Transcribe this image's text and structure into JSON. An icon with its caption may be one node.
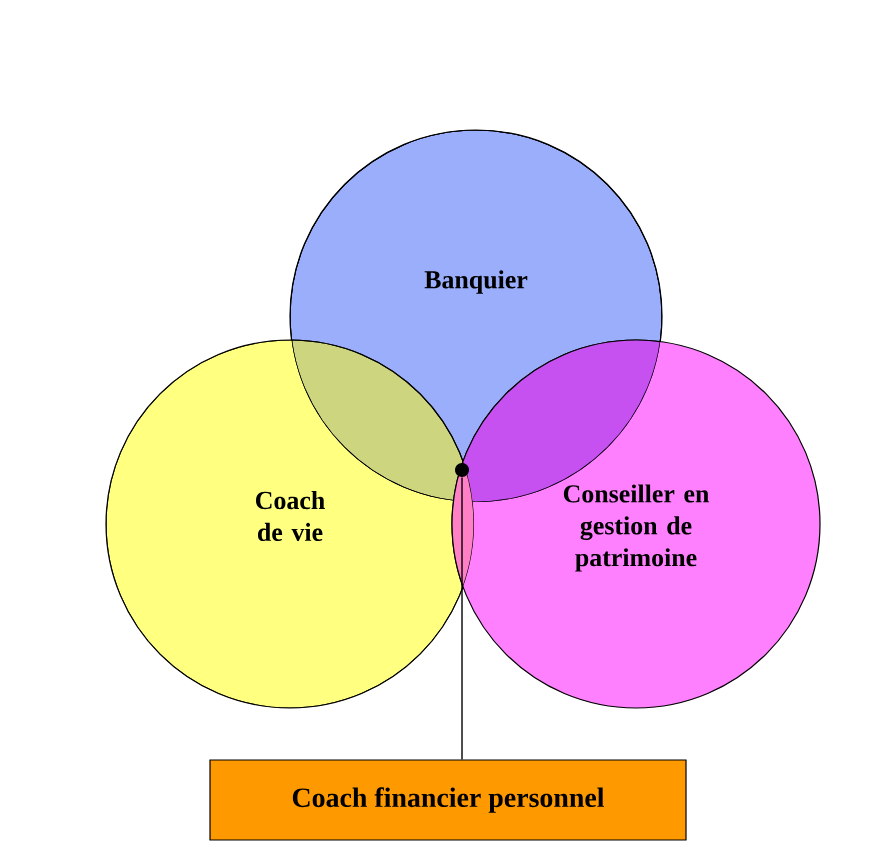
{
  "diagram": {
    "nodes": [
      {
        "text": [
          "Banquier"
        ]
      },
      {
        "text": [
          "Coach de vie"
        ]
      },
      {
        "text": [
          "Conseiller en gestion de patrimoine"
        ]
      },
      {
        "text": [],
        "shape": "circle"
      },
      {
        "text": [
          "Coach financier personnel"
        ]
      }
    ],
    "edges": [
      {
        "from": 4,
        "to": 3,
        "arrow": "none"
      }
    ]
  }
}
